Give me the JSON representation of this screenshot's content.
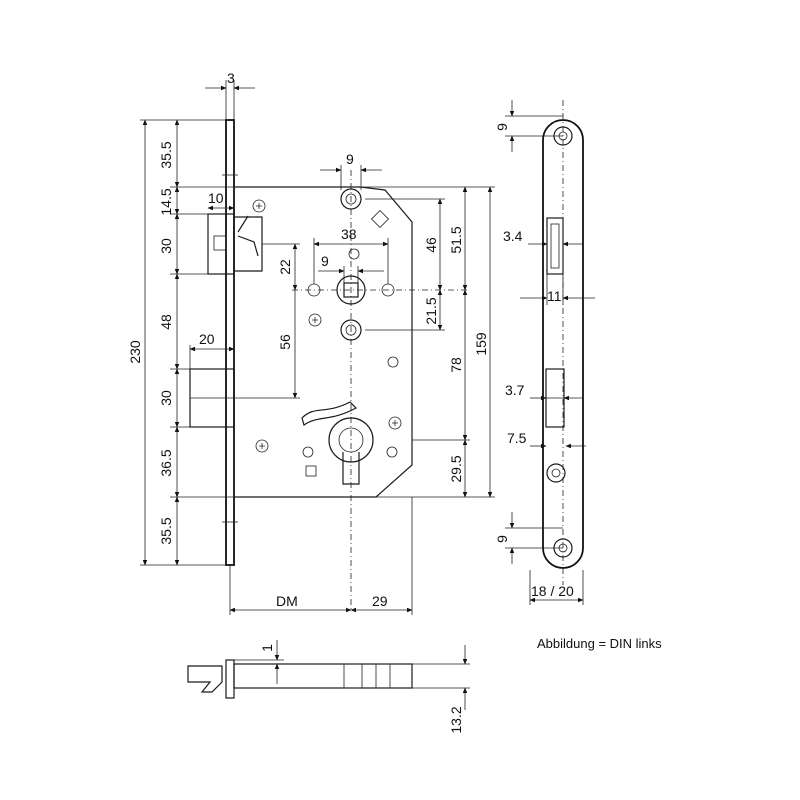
{
  "dimensions": {
    "faceplate_thickness": "3",
    "hole_width_top": "9",
    "latch_offset": "10",
    "follower_spacing": "38",
    "follower_square": "9",
    "latch_top": "14.5",
    "top_margin": "35.5",
    "latch_height": "30",
    "gap_22": "22",
    "dist_46": "46",
    "dist_51_5": "51.5",
    "height_230": "230",
    "gap_48": "48",
    "bolt_throw": "20",
    "dist_56": "56",
    "dist_21_5": "21.5",
    "dist_159": "159",
    "dist_78": "78",
    "bolt_height": "30",
    "gap_36_5": "36.5",
    "dist_29_5": "29.5",
    "bottom_margin": "35.5",
    "dm": "DM",
    "dist_29": "29",
    "side_hole_top": "9",
    "side_3_4": "3.4",
    "side_11": "11",
    "side_3_7": "3.7",
    "side_7_5": "7.5",
    "side_hole_bottom": "9",
    "side_width": "18 / 20",
    "bottom_1": "1",
    "bottom_13_2": "13.2"
  },
  "note": "Abbildung = DIN links"
}
